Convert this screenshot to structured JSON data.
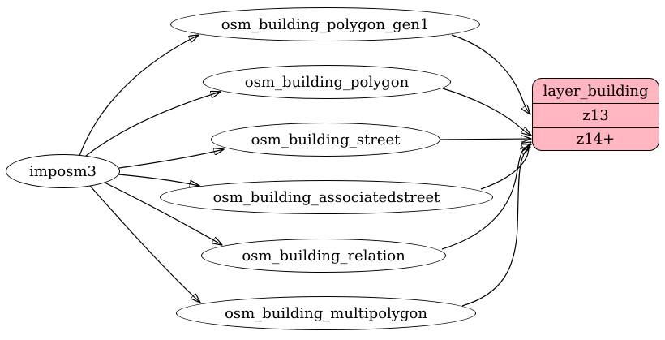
{
  "diagram": {
    "type": "graphviz-digraph",
    "background_color": "#ffffff",
    "edge_color": "#000000",
    "source_node": {
      "label": "imposm3",
      "fill_color": "#ffffff"
    },
    "tables": [
      {
        "label": "osm_building_polygon_gen1"
      },
      {
        "label": "osm_building_polygon"
      },
      {
        "label": "osm_building_street"
      },
      {
        "label": "osm_building_associatedstreet"
      },
      {
        "label": "osm_building_relation"
      },
      {
        "label": "osm_building_multipolygon"
      }
    ],
    "layer_node": {
      "title": "layer_building",
      "zoom_rows": [
        "z13",
        "z14+"
      ],
      "fill_color": "#ffb6c1",
      "border_color": "#000000"
    },
    "edges": [
      {
        "from": "imposm3",
        "to": "osm_building_polygon_gen1"
      },
      {
        "from": "imposm3",
        "to": "osm_building_polygon"
      },
      {
        "from": "imposm3",
        "to": "osm_building_street"
      },
      {
        "from": "imposm3",
        "to": "osm_building_associatedstreet"
      },
      {
        "from": "imposm3",
        "to": "osm_building_relation"
      },
      {
        "from": "imposm3",
        "to": "osm_building_multipolygon"
      },
      {
        "from": "osm_building_polygon_gen1",
        "to": "layer_building:z13"
      },
      {
        "from": "osm_building_polygon",
        "to": "layer_building:z14+"
      },
      {
        "from": "osm_building_street",
        "to": "layer_building:z14+"
      },
      {
        "from": "osm_building_associatedstreet",
        "to": "layer_building:z14+"
      },
      {
        "from": "osm_building_relation",
        "to": "layer_building:z14+"
      },
      {
        "from": "osm_building_multipolygon",
        "to": "layer_building:z14+"
      }
    ]
  }
}
